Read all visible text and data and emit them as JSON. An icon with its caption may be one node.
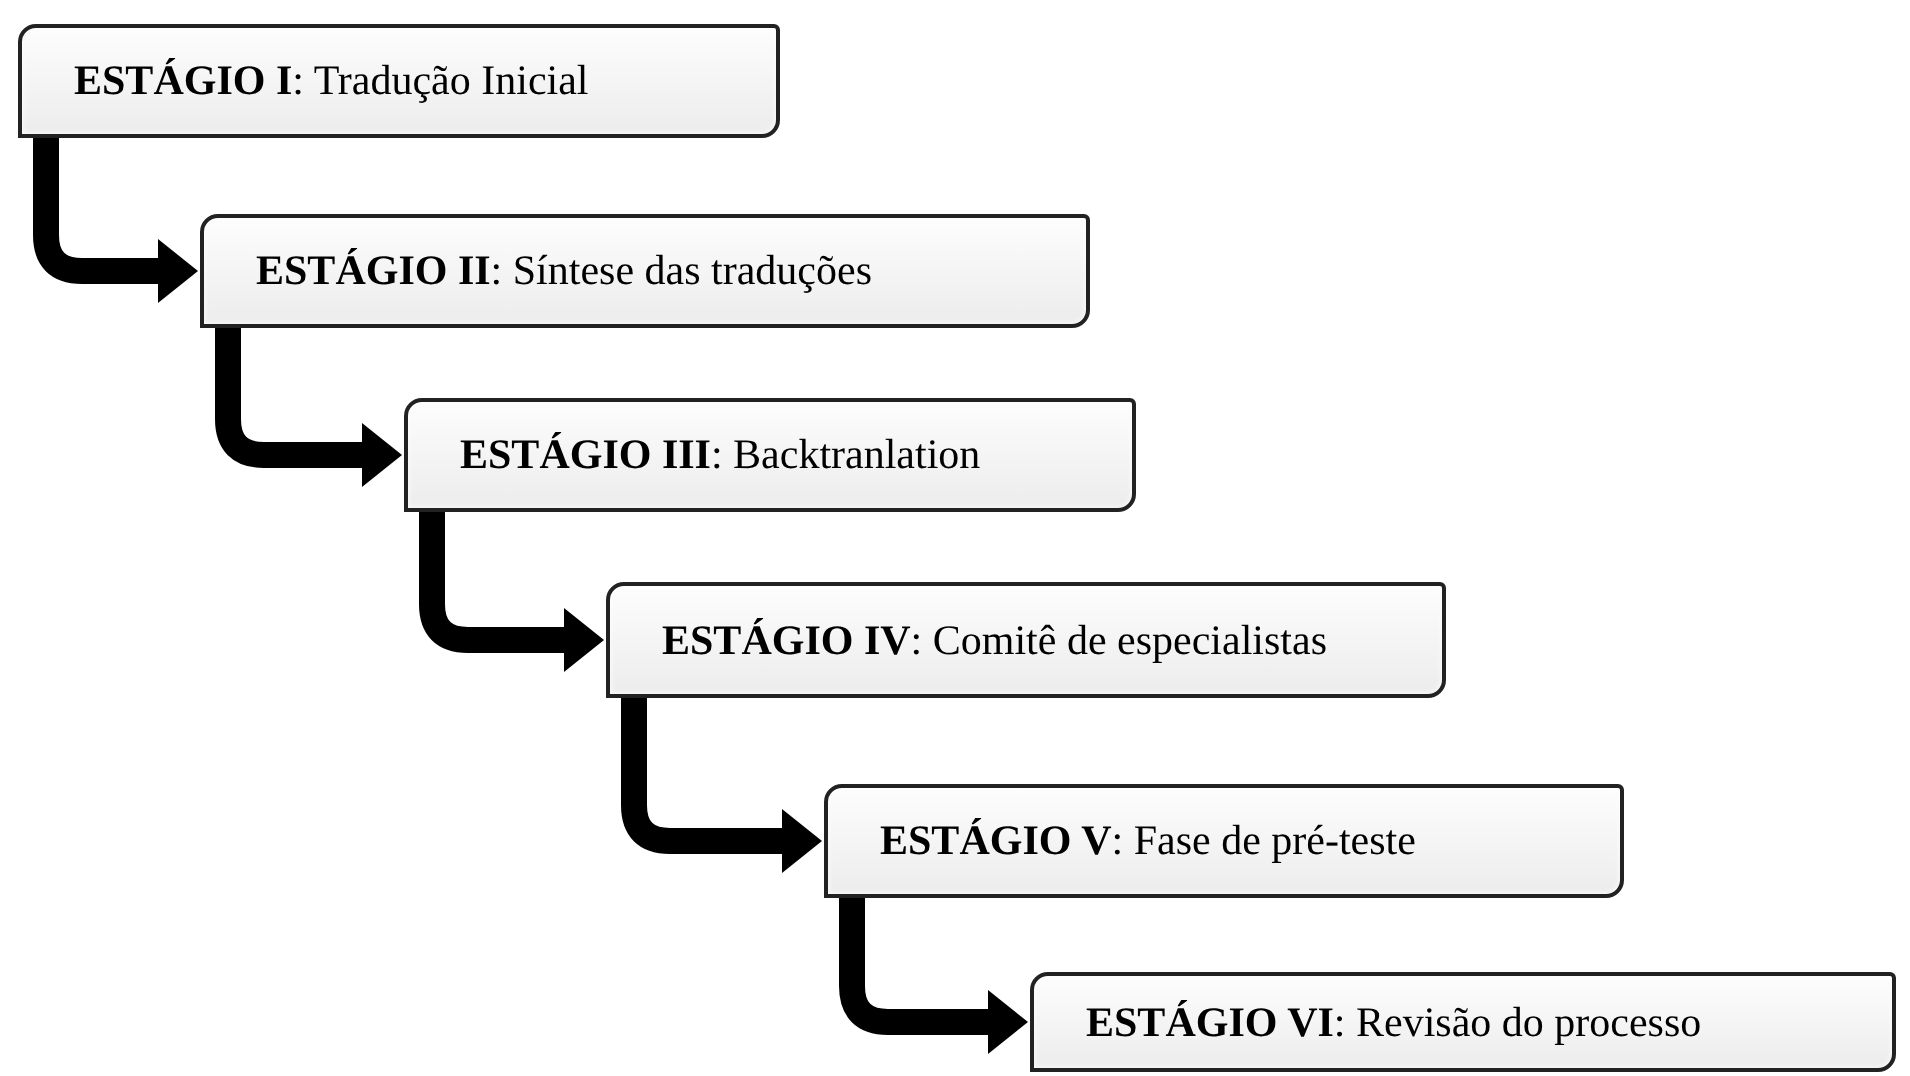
{
  "diagram": {
    "nodes": [
      {
        "text": [
          "**ESTÁGIO I**: Tradução Inicial"
        ]
      },
      {
        "text": [
          "**ESTÁGIO II**: Síntese das traduções"
        ]
      },
      {
        "text": [
          "**ESTÁGIO III**: Backtranlation"
        ]
      },
      {
        "text": [
          "**ESTÁGIO IV**: Comitê de especialistas"
        ]
      },
      {
        "text": [
          "**ESTÁGIO V**: Fase de pré-teste"
        ]
      },
      {
        "text": [
          "**ESTÁGIO VI**: Revisão do processo"
        ]
      }
    ],
    "edges": [
      {
        "from": 0,
        "to": 1,
        "arrow": "to"
      },
      {
        "from": 1,
        "to": 2,
        "arrow": "to"
      },
      {
        "from": 2,
        "to": 3,
        "arrow": "to"
      },
      {
        "from": 3,
        "to": 4,
        "arrow": "to"
      },
      {
        "from": 4,
        "to": 5,
        "arrow": "to"
      }
    ]
  }
}
